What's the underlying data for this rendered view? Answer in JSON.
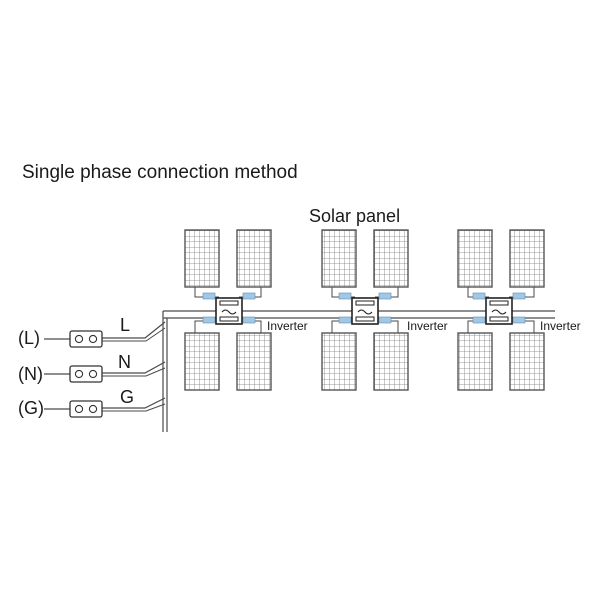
{
  "title": "Single phase connection method",
  "panel_label": "Solar panel",
  "inverter_label": "Inverter",
  "wires": [
    {
      "terminal": "(L)",
      "label": "L"
    },
    {
      "terminal": "(N)",
      "label": "N"
    },
    {
      "terminal": "(G)",
      "label": "G"
    }
  ],
  "colors": {
    "line": "#4a4a4a",
    "panel_grid": "#6b6b6b",
    "connector": "#9fc7e6"
  }
}
